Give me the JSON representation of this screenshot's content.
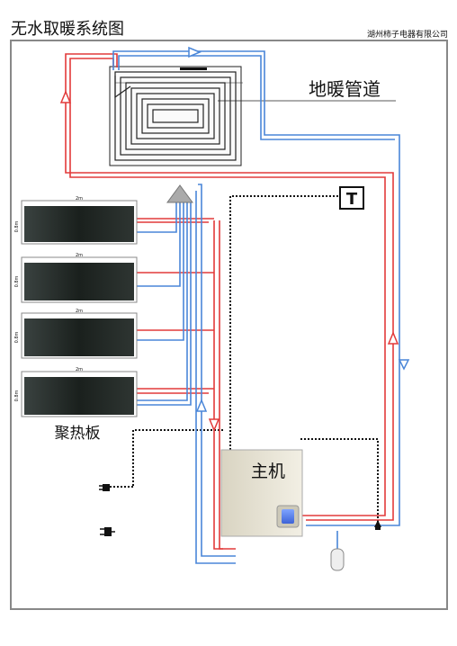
{
  "header": {
    "title": "无水取暖系统图",
    "company": "湖州柿子电器有限公司"
  },
  "labels": {
    "floor_heating": "地暖管道",
    "collector": "聚热板",
    "host": "主机",
    "thermostat": "T"
  },
  "panels": {
    "width_label": "2m",
    "height_label": "0.8m",
    "count": 4
  },
  "colors": {
    "hot_line": "#e23a3a",
    "cold_line": "#4a86d8",
    "frame": "#888888",
    "panel_fill": "#1e2420",
    "host_fill": "#e9e5d6"
  }
}
